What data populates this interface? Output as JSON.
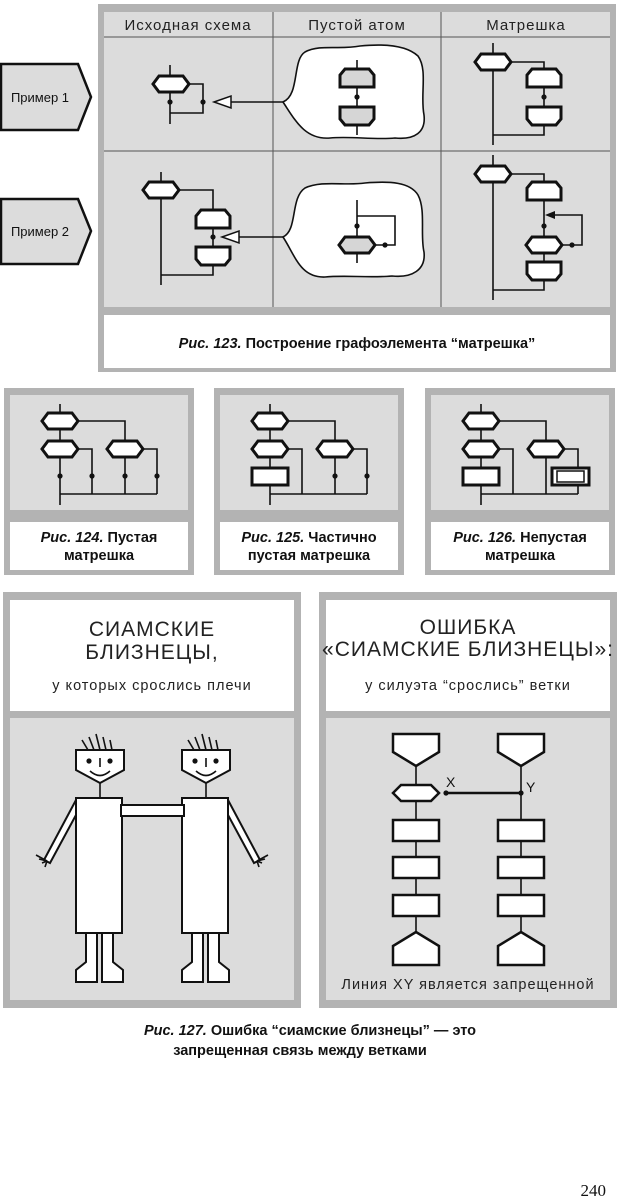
{
  "fig123": {
    "columns": [
      "Исходная схема",
      "Пустой атом",
      "Матрешка"
    ],
    "rows": [
      "Пример 1",
      "Пример 2"
    ],
    "caption_num": "Рис. 123.",
    "caption_text": "Построение графоэлемента “матрешка”"
  },
  "fig124": {
    "caption_num": "Рис. 124.",
    "line1": "Пустая",
    "line2": "матрешка"
  },
  "fig125": {
    "caption_num": "Рис. 125.",
    "line1": "Частично",
    "line2": "пустая матрешка"
  },
  "fig126": {
    "caption_num": "Рис. 126.",
    "line1": "Непустая",
    "line2": "матрешка"
  },
  "fig127": {
    "left": {
      "title1": "СИАМСКИЕ",
      "title2": "БЛИЗНЕЦЫ,",
      "subtitle": "у которых срослись плечи"
    },
    "right": {
      "title1": "ОШИБКА",
      "title2": "«СИАМСКИЕ БЛИЗНЕЦЫ»:",
      "subtitle": "у силуэта “срослись” ветки",
      "label_x": "X",
      "label_y": "Y",
      "note": "Линия XY является запрещенной"
    },
    "caption_num": "Рис. 127.",
    "caption_line1": "Ошибка “сиамские близнецы” — это",
    "caption_line2": "запрещенная связь между ветками"
  },
  "page_number": "240"
}
